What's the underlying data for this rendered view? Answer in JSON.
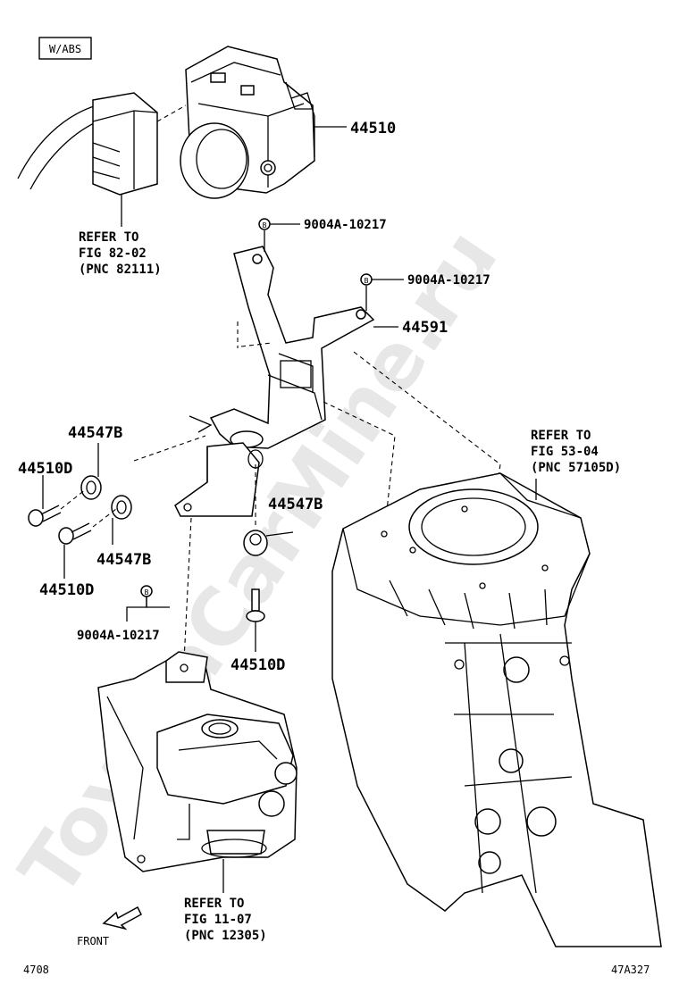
{
  "badge": "W/ABS",
  "watermark": "ToyotaCarMine.ru",
  "callouts": {
    "p44510": "44510",
    "bolt_top_1": "9004A-10217",
    "bolt_top_2": "9004A-10217",
    "p44591": "44591",
    "p44547B_a": "44547B",
    "p44510D_a": "44510D",
    "p44547B_b": "44547B",
    "p44510D_b": "44510D",
    "p44547B_c": "44547B",
    "bolt_left": "9004A-10217",
    "p44510D_c": "44510D",
    "bolt_symbol": "B"
  },
  "refs": {
    "ref_82": [
      "REFER TO",
      "FIG 82-02",
      "(PNC 82111)"
    ],
    "ref_53": [
      "REFER TO",
      "FIG 53-04",
      "(PNC 57105D)"
    ],
    "ref_11": [
      "REFER TO",
      "FIG 11-07",
      "(PNC 12305)"
    ]
  },
  "front_label": "FRONT",
  "footer_left": "4708",
  "footer_right": "47A327"
}
